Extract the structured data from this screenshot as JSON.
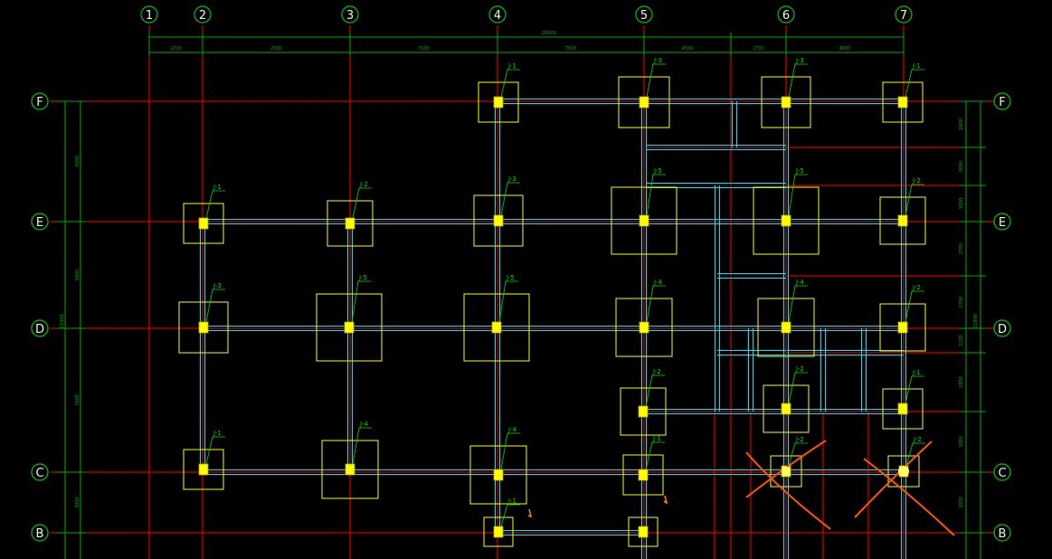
{
  "drawing": {
    "background": "#000000",
    "colors": {
      "grid_axis": "#ff0000",
      "dimension": "#00aa00",
      "bubble": "#00c800",
      "beam": "#00e5ff",
      "footing": "#ffff00",
      "column": "#ffff00",
      "leader": "#00dd00",
      "markup": "#ff5500"
    },
    "grid_columns": [
      "1",
      "2",
      "3",
      "4",
      "5",
      "6",
      "7"
    ],
    "grid_rows": [
      "F",
      "E",
      "D",
      "C",
      "B"
    ],
    "top_total_dimension": "26100",
    "top_dimensions": [
      "2700",
      "2500",
      "7500",
      "7500",
      "4500",
      "2700",
      "4800"
    ],
    "left_dimensions": [
      "4300",
      "5400",
      "7000",
      "3000"
    ],
    "left_total_dimension": "21900",
    "right_dimensions": [
      "2400",
      "1800",
      "1850",
      "2700",
      "2700",
      "1200",
      "2800",
      "3000",
      "3000"
    ],
    "right_total_dimension": "21900",
    "footing_labels": {
      "F1": "J-1",
      "F2": "J-3",
      "F3": "J-3",
      "F4": "J-1",
      "E1": "J-1",
      "E2": "J-2",
      "E3": "J-3",
      "E4": "J-5",
      "E5": "J-5",
      "E6": "J-2",
      "D1": "J-3",
      "D2": "J-5",
      "D3": "J-5",
      "D4": "J-4",
      "D5": "J-4",
      "D6": "J-2",
      "P1": "J-2",
      "P2": "J-2",
      "P3": "J-1",
      "C1": "J-1",
      "C2": "J-4",
      "C3": "J-4",
      "C4": "J-1",
      "C5": "J-2",
      "C6": "J-2",
      "B1": "J-1"
    }
  }
}
